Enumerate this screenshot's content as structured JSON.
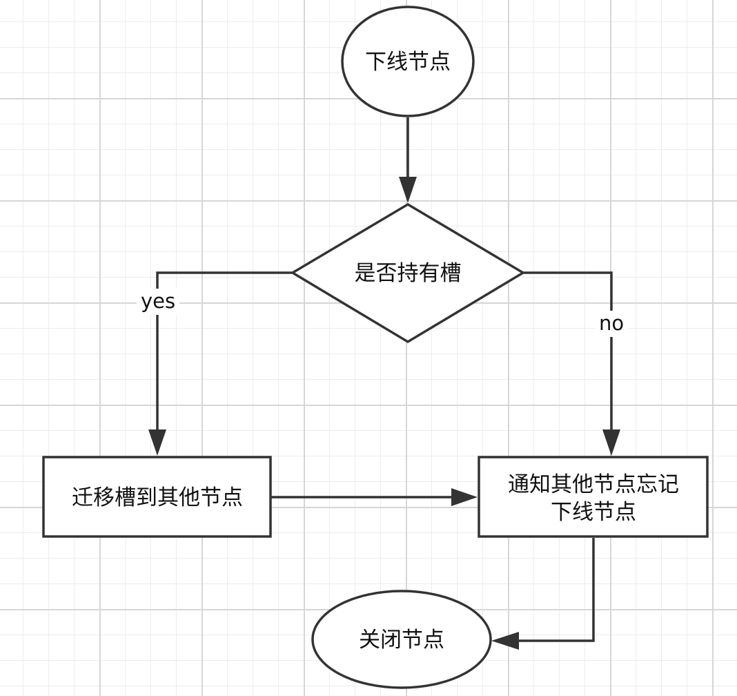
{
  "diagram": {
    "nodes": {
      "start": {
        "shape": "ellipse",
        "label": "下线节点"
      },
      "decision": {
        "shape": "diamond",
        "label": "是否持有槽"
      },
      "migrate": {
        "shape": "rect",
        "label": "迁移槽到其他节点"
      },
      "notify": {
        "shape": "rect",
        "label_line1": "通知其他节点忘记",
        "label_line2": "下线节点"
      },
      "close": {
        "shape": "ellipse",
        "label": "关闭节点"
      }
    },
    "edges": [
      {
        "from": "start",
        "to": "decision",
        "label": ""
      },
      {
        "from": "decision",
        "to": "migrate",
        "label": "yes"
      },
      {
        "from": "decision",
        "to": "notify",
        "label": "no"
      },
      {
        "from": "migrate",
        "to": "notify",
        "label": ""
      },
      {
        "from": "notify",
        "to": "close",
        "label": ""
      }
    ],
    "colors": {
      "stroke": "#333333",
      "fill": "#ffffff",
      "text": "#111111",
      "grid_major": "#d6d6d6",
      "grid_minor": "#ececec"
    }
  }
}
